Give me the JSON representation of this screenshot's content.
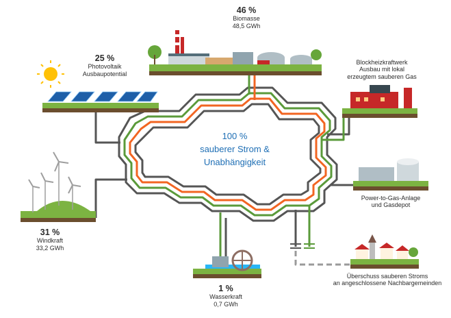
{
  "center": {
    "line1": "100 %",
    "line2": "sauberer Strom &",
    "line3": "Unabhängigkeit"
  },
  "nodes": {
    "biomass": {
      "percent": "46 %",
      "name": "Biomasse",
      "value": "48,5 GWh"
    },
    "photovoltaic": {
      "percent": "25 %",
      "name": "Photovoltaik",
      "detail": "Ausbaupotential"
    },
    "chp": {
      "line1": "Blockheizkraftwerk",
      "line2": "Ausbau mit lokal",
      "line3": "erzeugtem sauberen Gas"
    },
    "p2g": {
      "line1": "Power-to-Gas-Anlage",
      "line2": "und Gasdepot"
    },
    "wind": {
      "percent": "31 %",
      "name": "Windkraft",
      "value": "33,2 GWh"
    },
    "hydro": {
      "percent": "1 %",
      "name": "Wasserkraft",
      "value": "0,7 GWh"
    },
    "surplus": {
      "line1": "Überschuss sauberen Stroms",
      "line2": "an angeschlossene Nachbargemeinden"
    }
  },
  "colors": {
    "grid_dark": "#555555",
    "grid_green": "#5a9a3a",
    "grid_orange": "#f26522",
    "center_text": "#1f6fb5",
    "ground": "#6b4e2e",
    "grass": "#7cb342"
  }
}
